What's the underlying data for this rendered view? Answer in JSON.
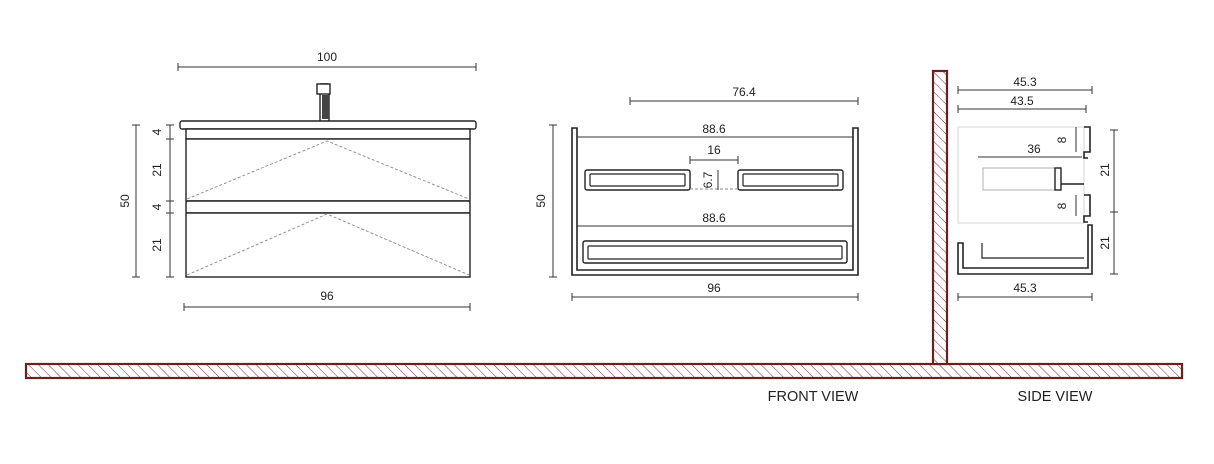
{
  "colors": {
    "wall_outline": "#6b1f1f",
    "line": "#222222",
    "hatch": "#8b2a2a"
  },
  "left_view": {
    "width_top": "100",
    "width_bottom": "96",
    "height_total": "50",
    "top_thickness": "4",
    "drawer_upper": "21",
    "divider": "4",
    "drawer_lower": "21"
  },
  "front_view": {
    "label": "FRONT VIEW",
    "inner_top": "76.4",
    "inner_width_upper": "88.6",
    "gap": "16",
    "tray_height": "6.7",
    "inner_width_lower": "88.6",
    "height": "50",
    "width": "96"
  },
  "side_view": {
    "label": "SIDE VIEW",
    "depth_top": "45.3",
    "depth_inner": "43.5",
    "handle_upper": "8",
    "tray_depth": "36",
    "handle_lower": "8",
    "drawer_upper": "21",
    "drawer_lower": "21",
    "depth_bottom": "45.3"
  }
}
